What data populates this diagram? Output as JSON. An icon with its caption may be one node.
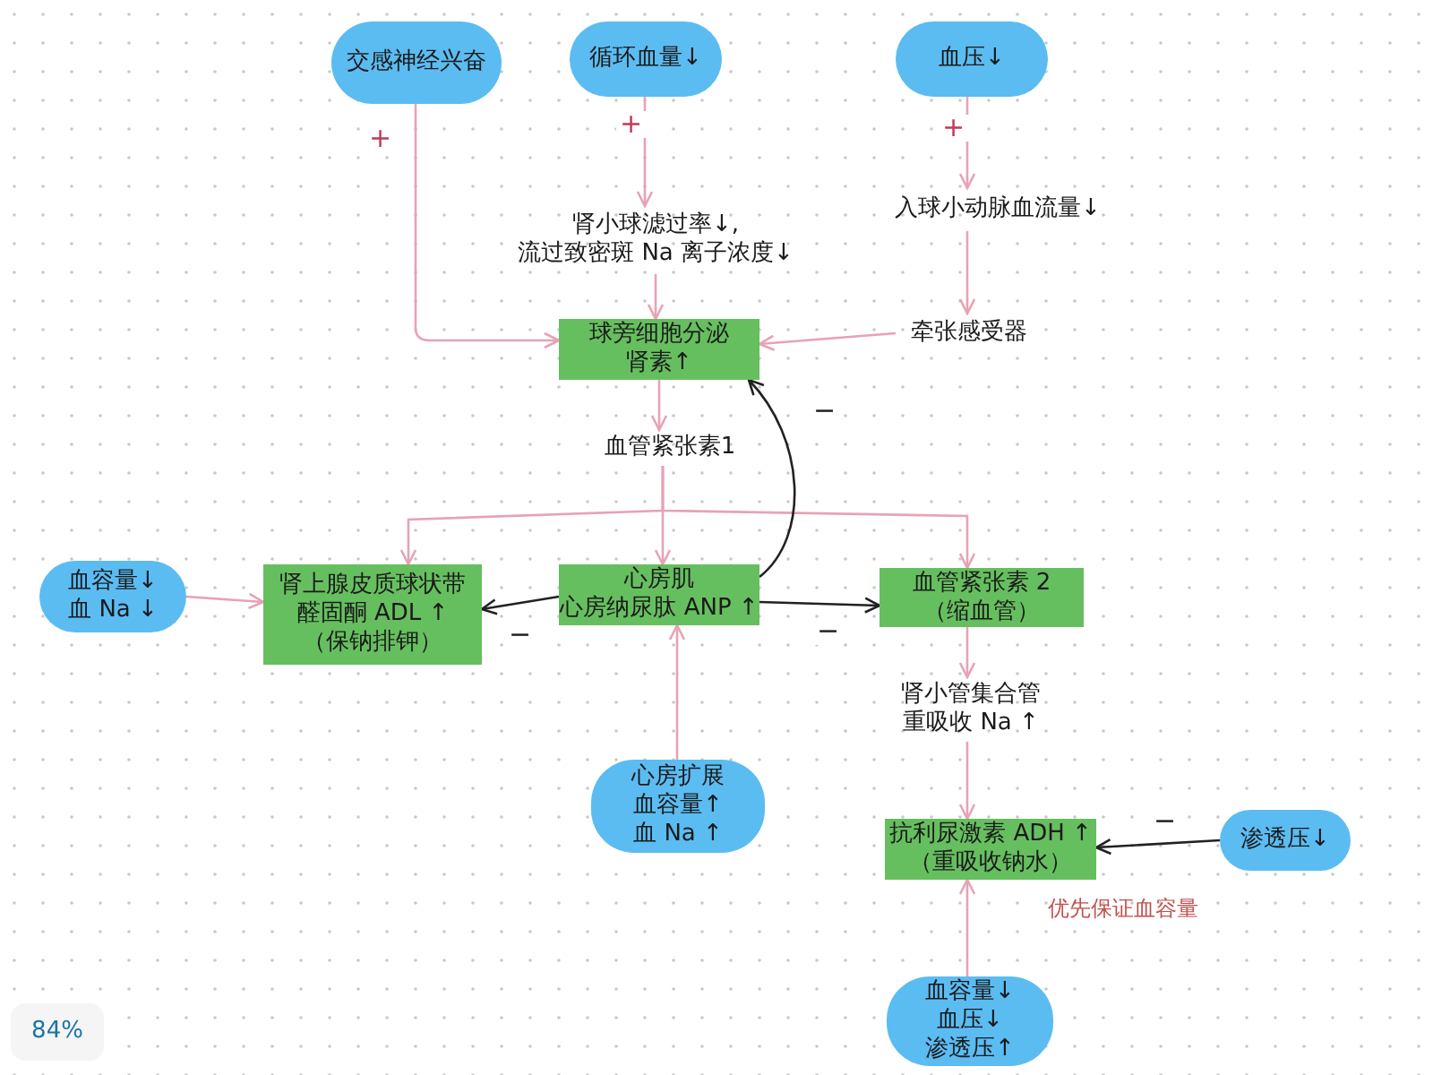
{
  "diagram": {
    "nodes": [
      {
        "text": [
          "交感神经兴奋"
        ]
      },
      {
        "text": [
          "循环血量↓"
        ]
      },
      {
        "text": [
          "血压↓"
        ]
      },
      {
        "text": [
          "肾小球滤过率↓,",
          "流过致密斑 Na 离子浓度↓"
        ]
      },
      {
        "text": [
          "入球小动脉血流量↓"
        ]
      },
      {
        "text": [
          "牵张感受器"
        ]
      },
      {
        "text": [
          "球旁细胞分泌",
          "肾素↑"
        ]
      },
      {
        "text": [
          "血管紧张素1"
        ]
      },
      {
        "text": [
          "血容量↓",
          "血 Na ↓"
        ]
      },
      {
        "text": [
          "肾上腺皮质球状带",
          "醛固酮 ADL ↑",
          "（保钠排钾）"
        ]
      },
      {
        "text": [
          "心房肌",
          "心房纳尿肽 ANP ↑"
        ]
      },
      {
        "text": [
          "血管紧张素 2",
          "（缩血管）"
        ]
      },
      {
        "text": [
          "肾小管集合管",
          "重吸收 Na ↑"
        ]
      },
      {
        "text": [
          "抗利尿激素 ADH ↑",
          "（重吸收钠水）"
        ]
      },
      {
        "text": [
          "心房扩展",
          "血容量↑",
          "血 Na ↑"
        ]
      },
      {
        "text": [
          "渗透压↓"
        ]
      },
      {
        "text": [
          "血容量↓",
          "血压↓",
          "渗透压↑"
        ]
      }
    ],
    "edges": [
      {
        "from": 0,
        "to": 6,
        "arrow": "to",
        "label": "+"
      },
      {
        "from": 1,
        "to": 3,
        "arrow": "to",
        "label": "+"
      },
      {
        "from": 2,
        "to": 4,
        "arrow": "to",
        "label": "+"
      },
      {
        "from": 3,
        "to": 6,
        "arrow": "to"
      },
      {
        "from": 4,
        "to": 5,
        "arrow": "to"
      },
      {
        "from": 5,
        "to": 6,
        "arrow": "to"
      },
      {
        "from": 6,
        "to": 7,
        "arrow": "to"
      },
      {
        "from": 7,
        "to": 10,
        "arrow": "to"
      },
      {
        "from": 7,
        "to": 9,
        "arrow": "to"
      },
      {
        "from": 7,
        "to": 11,
        "arrow": "to"
      },
      {
        "from": 8,
        "to": 9,
        "arrow": "to"
      },
      {
        "from": 10,
        "to": 9,
        "arrow": "to",
        "label": "−",
        "color": "#222222"
      },
      {
        "from": 10,
        "to": 11,
        "arrow": "to",
        "label": "−",
        "color": "#222222"
      },
      {
        "from": 10,
        "to": 6,
        "arrow": "to",
        "label": "−",
        "color": "#222222"
      },
      {
        "from": 14,
        "to": 10,
        "arrow": "to"
      },
      {
        "from": 11,
        "to": 12,
        "arrow": "to"
      },
      {
        "from": 12,
        "to": 13,
        "arrow": "to"
      },
      {
        "from": 15,
        "to": 13,
        "arrow": "to",
        "label": "−",
        "color": "#222222"
      },
      {
        "from": 16,
        "to": 13,
        "arrow": "to"
      }
    ],
    "labels": [
      "优先保证血容量",
      "84%"
    ]
  }
}
